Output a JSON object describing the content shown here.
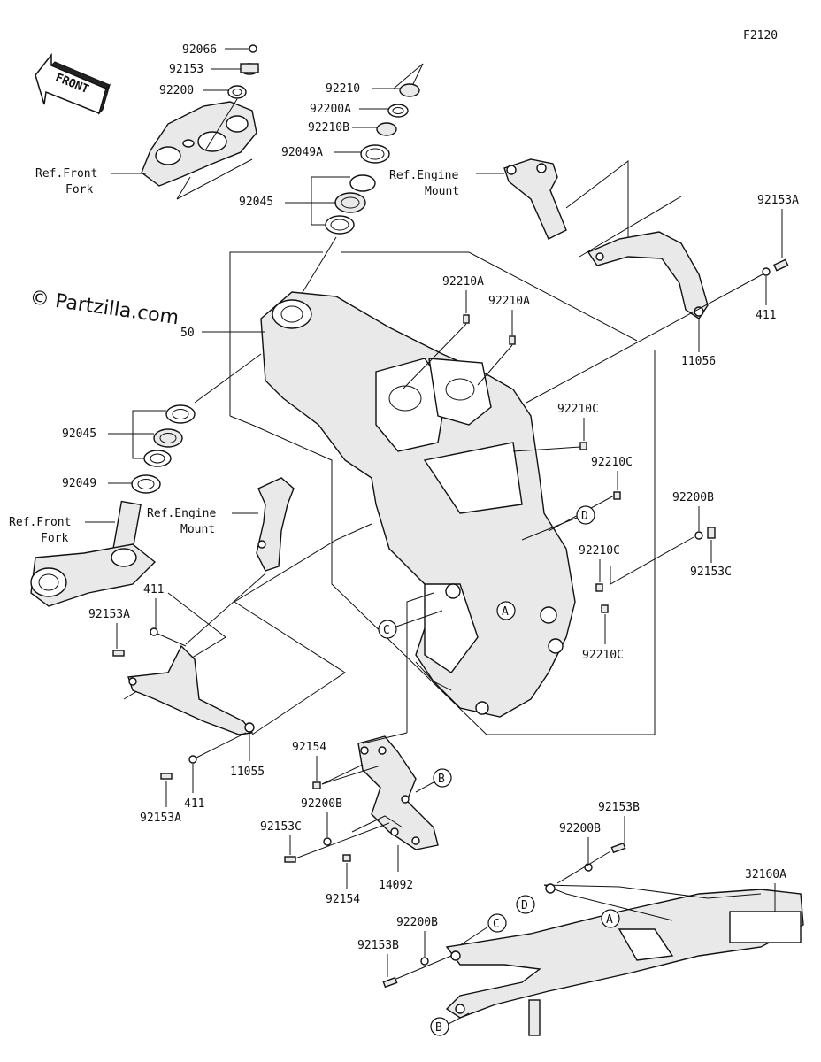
{
  "figure_code": "F2120",
  "watermark": "© Partzilla.com",
  "front_arrow_text": "FRONT",
  "callouts": {
    "a1": "A",
    "a2": "A",
    "b1": "B",
    "b2": "B",
    "c1": "C",
    "c2": "C",
    "d1": "D",
    "d2": "D"
  },
  "labels": {
    "p92066": "92066",
    "p92153_top": "92153",
    "p92200_top": "92200",
    "ref_front_fork_top_1": "Ref.Front",
    "ref_front_fork_top_2": "Fork",
    "p92210": "92210",
    "p92200A": "92200A",
    "p92210B": "92210B",
    "p92049A": "92049A",
    "p92045_top": "92045",
    "ref_engine_mount_top_1": "Ref.Engine",
    "ref_engine_mount_top_2": "Mount",
    "p92153A_right": "92153A",
    "p411_right": "411",
    "p11056": "11056",
    "p92210A_1": "92210A",
    "p92210A_2": "92210A",
    "p32150": "50",
    "p92045_left": "92045",
    "p92049": "92049",
    "ref_front_fork_left_1": "Ref.Front",
    "ref_front_fork_left_2": "Fork",
    "ref_engine_mount_left_1": "Ref.Engine",
    "ref_engine_mount_left_2": "Mount",
    "p92210C_1": "92210C",
    "p92210C_2": "92210C",
    "p92210C_3": "92210C",
    "p92210C_4": "92210C",
    "p92200B_right": "92200B",
    "p92153C_right": "92153C",
    "p411_left_top": "411",
    "p92153A_left_top": "92153A",
    "p11055": "11055",
    "p92153A_left_bottom": "92153A",
    "p411_left_bottom": "411",
    "p92154_top": "92154",
    "p92200B_mid": "92200B",
    "p92153C_mid": "92153C",
    "p92154_bottom": "92154",
    "p14092": "14092",
    "p92153B_top": "92153B",
    "p92200B_sub": "92200B",
    "p32160A": "32160A",
    "p92200B_bottom": "92200B",
    "p92153B_bottom": "92153B"
  }
}
